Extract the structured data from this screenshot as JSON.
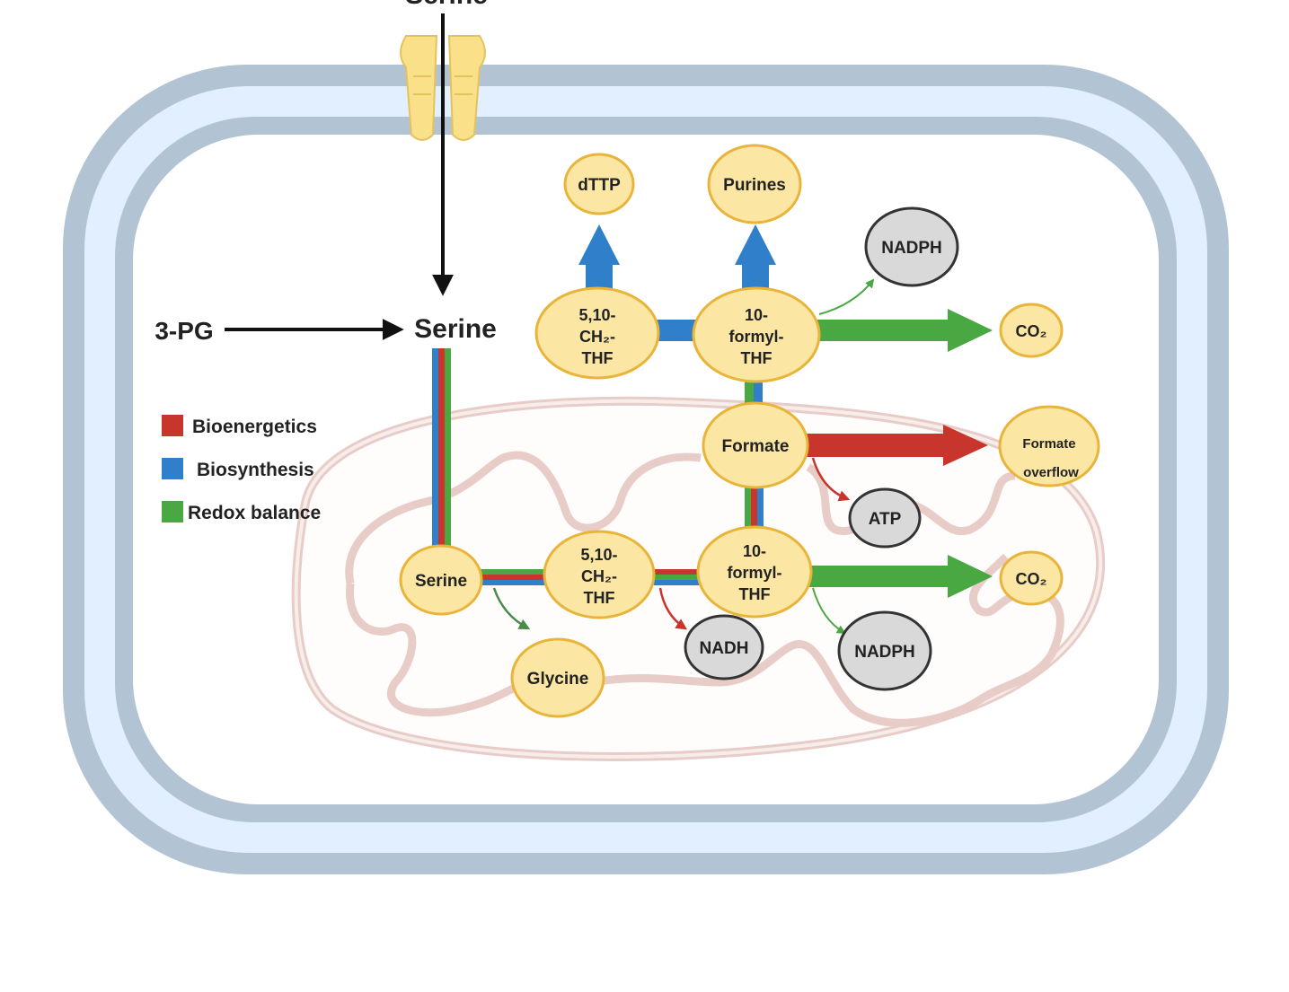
{
  "colors": {
    "bioenergetics": "#c8352c",
    "biosynthesis": "#2f7fcb",
    "redox": "#4aa843",
    "node_fill": "#fbe6a4",
    "node_stroke": "#e9b43a",
    "cofactor_fill": "#d9d9d9",
    "cofactor_stroke": "#333333",
    "membrane_outer": "#b2c4d3",
    "membrane_inner": "#e2efff",
    "mito": "#e8ccc8",
    "transporter": "#fbe08a"
  },
  "top_serine": "Serine",
  "input_3pg": "3-PG",
  "cyto_serine": "Serine",
  "legend": [
    {
      "label": "Bioenergetics",
      "color": "#c8352c"
    },
    {
      "label": "Biosynthesis",
      "color": "#2f7fcb"
    },
    {
      "label": "Redox balance",
      "color": "#4aa843"
    }
  ],
  "nodes": {
    "dttp": "dTTP",
    "purines": "Purines",
    "nadph_cyto": "NADPH",
    "methylene_cyto": [
      "5,10-",
      "CH₂-",
      "THF"
    ],
    "formyl_cyto": [
      "10-",
      "formyl-",
      "THF"
    ],
    "co2_cyto": "CO₂",
    "formate": "Formate",
    "formate_overflow": [
      "Formate",
      "overflow"
    ],
    "atp": "ATP",
    "serine_mito": "Serine",
    "methylene_mito": [
      "5,10-",
      "CH₂-",
      "THF"
    ],
    "formyl_mito": [
      "10-",
      "formyl-",
      "THF"
    ],
    "co2_mito": "CO₂",
    "nadh": "NADH",
    "nadph_mito": "NADPH",
    "glycine": "Glycine"
  }
}
